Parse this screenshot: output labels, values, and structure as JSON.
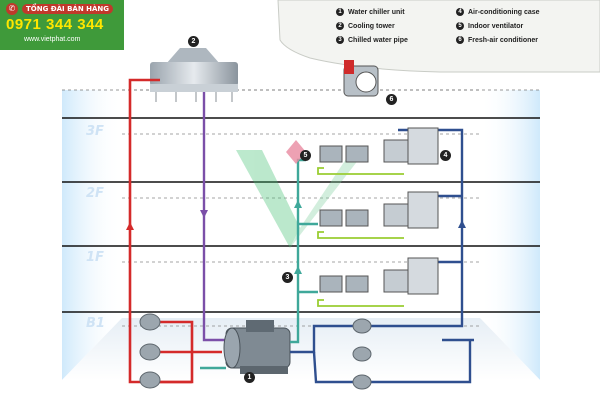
{
  "hotline": {
    "label": "TỔNG ĐÀI BÁN HÀNG",
    "phone": "0971 344 344",
    "website": "www.vietphat.com",
    "phone_icon": "phone-icon"
  },
  "legend": [
    {
      "num": "1",
      "label": "Water chiller unit"
    },
    {
      "num": "2",
      "label": "Cooling tower"
    },
    {
      "num": "3",
      "label": "Chilled water pipe"
    },
    {
      "num": "4",
      "label": "Air-conditioning case"
    },
    {
      "num": "5",
      "label": "Indoor ventilator"
    },
    {
      "num": "6",
      "label": "Fresh-air conditioner"
    }
  ],
  "floors": [
    "3F",
    "2F",
    "1F",
    "B1"
  ],
  "callouts": [
    "1",
    "2",
    "3",
    "4",
    "5",
    "6"
  ],
  "colors": {
    "hotline_bg": "#3f9a3a",
    "cooling_water": "#d42a2a",
    "cooling_return": "#7b4fa8",
    "chilled_water": "#3fa89a",
    "chilled_return": "#2f4f8f",
    "condensate": "#9acd32",
    "building_edge": "#bfe0f7"
  }
}
